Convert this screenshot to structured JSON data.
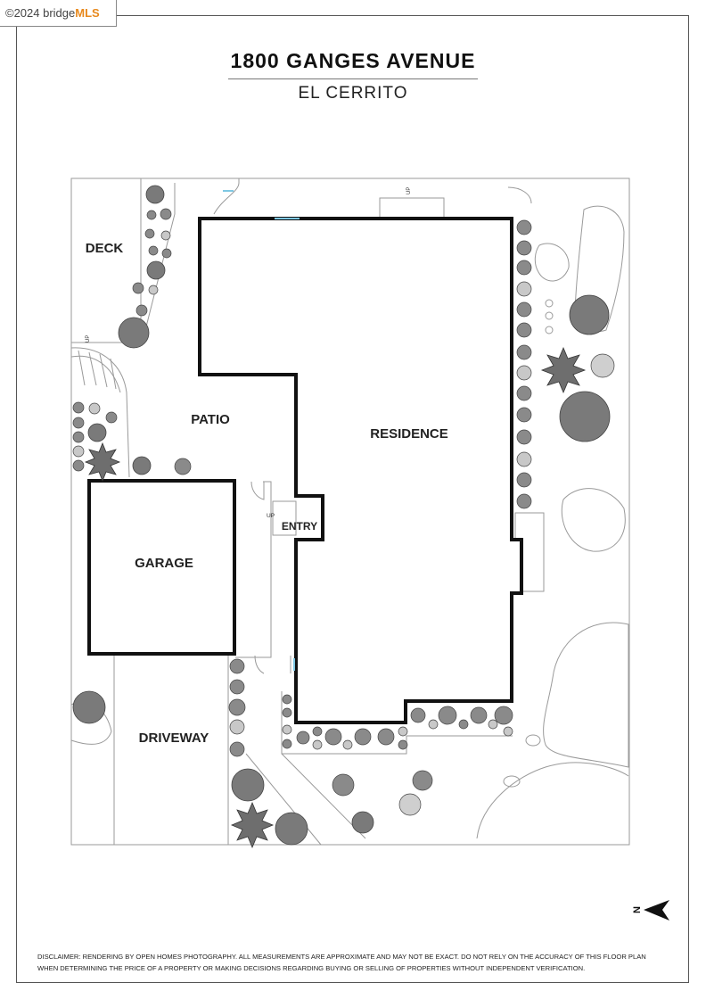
{
  "watermark": {
    "prefix": "©2024 bridge",
    "brand": "MLS"
  },
  "header": {
    "title": "1800 GANGES AVENUE",
    "subtitle": "EL CERRITO"
  },
  "rooms": {
    "deck": "DECK",
    "patio": "PATIO",
    "residence": "RESIDENCE",
    "entry": "ENTRY",
    "garage": "GARAGE",
    "driveway": "DRIVEWAY"
  },
  "stair_labels": {
    "up": "UP"
  },
  "compass": {
    "label": "N"
  },
  "disclaimer": {
    "line1": "DISCLAIMER: RENDERING BY OPEN HOMES PHOTOGRAPHY. ALL MEASUREMENTS ARE APPROXIMATE AND MAY NOT BE EXACT. DO NOT RELY ON THE ACCURACY OF THIS FLOOR PLAN",
    "line2": "WHEN DETERMINING THE PRICE OF A PROPERTY OR MAKING DECISIONS REGARDING BUYING OR SELLING OF PROPERTIES WITHOUT INDEPENDENT VERIFICATION."
  },
  "colors": {
    "wall": "#111111",
    "line": "#9a9a9a",
    "plant_dark": "#6e6e6e",
    "plant_mid": "#9b9b9b",
    "accent_brand": "#e8891d"
  },
  "icons": [
    "north-arrow-icon",
    "tree-icon",
    "shrub-icon"
  ]
}
